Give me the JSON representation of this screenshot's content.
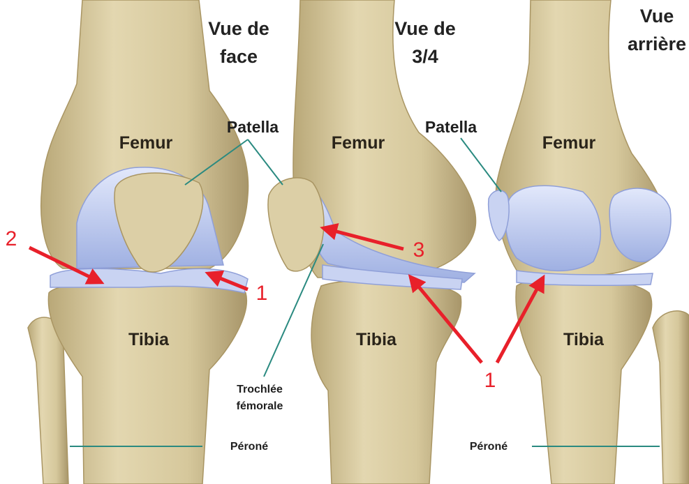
{
  "views": {
    "front": {
      "title_line1": "Vue de",
      "title_line2": "face"
    },
    "three_quarter": {
      "title_line1": "Vue de",
      "title_line2": "3/4"
    },
    "rear": {
      "title_line1": "Vue",
      "title_line2": "arrière"
    }
  },
  "labels": {
    "femur": "Femur",
    "tibia": "Tibia",
    "patella": "Patella",
    "trochlee_line1": "Trochlée",
    "trochlee_line2": "fémorale",
    "perone": "Péroné"
  },
  "markers": {
    "one": "1",
    "two": "2",
    "three": "3"
  },
  "colors": {
    "bone": "#d9cba0",
    "bone_shadow": "#b7a572",
    "cartilage": "#c3cdf0",
    "cartilage_dark": "#8f9fd8",
    "leader_line": "#2a8a80",
    "arrow": "#e8202a"
  }
}
